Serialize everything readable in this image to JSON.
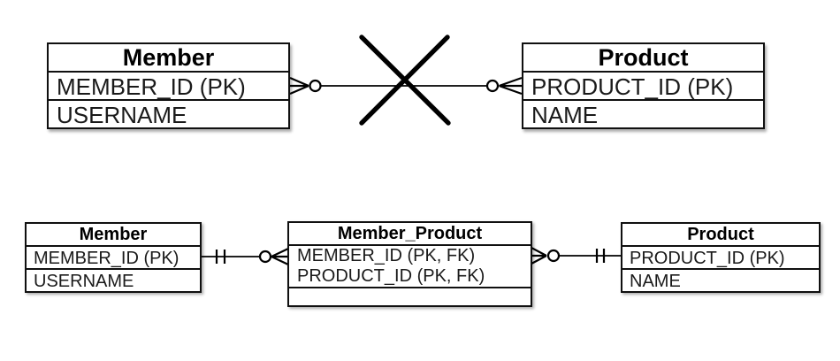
{
  "top_diagram": {
    "member": {
      "title": "Member",
      "attributes": [
        "MEMBER_ID (PK)",
        "USERNAME"
      ]
    },
    "product": {
      "title": "Product",
      "attributes": [
        "PRODUCT_ID (PK)",
        "NAME"
      ]
    },
    "relationship": {
      "type": "many-to-many",
      "left_symbol": "zero-or-many",
      "right_symbol": "zero-or-many",
      "crossed_out": true
    }
  },
  "bottom_diagram": {
    "member": {
      "title": "Member",
      "attributes": [
        "MEMBER_ID (PK)",
        "USERNAME"
      ]
    },
    "member_product": {
      "title": "Member_Product",
      "attributes": [
        "MEMBER_ID (PK, FK)",
        "PRODUCT_ID (PK, FK)"
      ],
      "empty_compartment": ""
    },
    "product": {
      "title": "Product",
      "attributes": [
        "PRODUCT_ID (PK)",
        "NAME"
      ]
    },
    "relationships": [
      {
        "from": "Member",
        "to": "Member_Product",
        "from_symbol": "one-and-only-one",
        "to_symbol": "zero-or-many"
      },
      {
        "from": "Member_Product",
        "to": "Product",
        "from_symbol": "zero-or-many",
        "to_symbol": "one-and-only-one"
      }
    ]
  },
  "colors": {
    "background": "#ffffff",
    "line": "#000000",
    "table_border": "#101010",
    "text": "#1a1a1a"
  }
}
